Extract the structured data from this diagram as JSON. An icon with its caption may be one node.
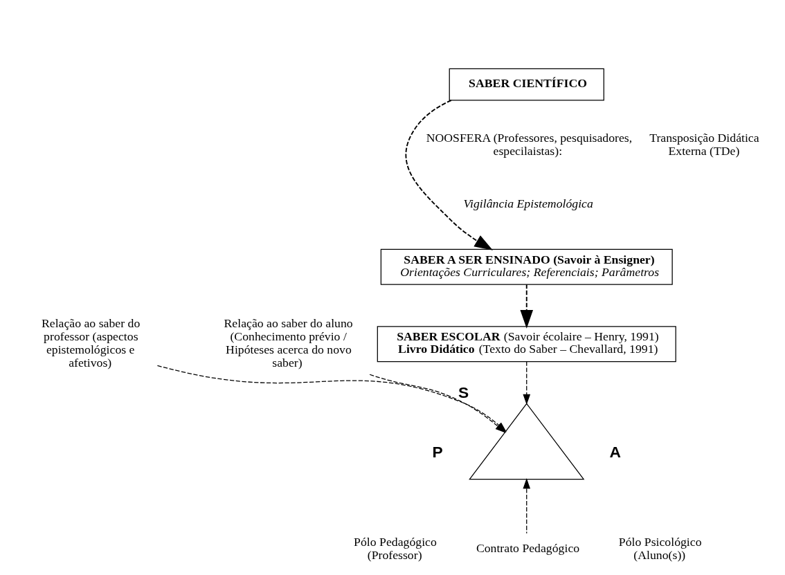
{
  "diagram": {
    "nodes": [
      {
        "text": [
          "**SABER CIENTÍFICO**"
        ]
      },
      {
        "text": [
          "**SABER A SER ENSINADO (Savoir à Ensigner)**",
          "*Orientações Curriculares; Referenciais; Parâmetros*"
        ]
      },
      {
        "text": [
          "**SABER ESCOLAR** (Savoir écolaire – Henry, 1991)",
          "**Livro Didático** (Texto do Saber – Chevallard, 1991)"
        ]
      },
      {
        "text": [],
        "shape": "triangle",
        "beside": [
          "S",
          "P",
          "A"
        ]
      },
      {
        "text": [
          "Relação ao saber do professor (aspectos epistemológicos e afetivos)"
        ]
      },
      {
        "text": [
          "Relação ao saber do aluno (Conhecimento prévio / Hipóteses acerca do novo saber)"
        ]
      },
      {
        "text": [
          "Contrato Pedagógico"
        ]
      }
    ],
    "edges": [
      {
        "from": 0,
        "to": 1,
        "arrow": "to",
        "style": "dashed"
      },
      {
        "from": 1,
        "to": 2,
        "arrow": "to",
        "style": "dashed"
      },
      {
        "from": 2,
        "to": 3,
        "arrow": "to",
        "style": "dashed"
      },
      {
        "from": 4,
        "to": 3,
        "arrow": "to",
        "style": "dashed"
      },
      {
        "from": 5,
        "to": 3,
        "arrow": "to",
        "style": "dashed"
      },
      {
        "from": 6,
        "to": 3,
        "arrow": "to",
        "style": "dashed"
      }
    ],
    "labels": [
      "NOOSFERA (Professores, pesquisadores, especilaistas):",
      "*Vigilância Epistemológica*",
      "Transposição Didática Externa (TDe)",
      "Pólo Pedagógico (Professor)",
      "Pólo Psicológico (Aluno(s))"
    ]
  }
}
